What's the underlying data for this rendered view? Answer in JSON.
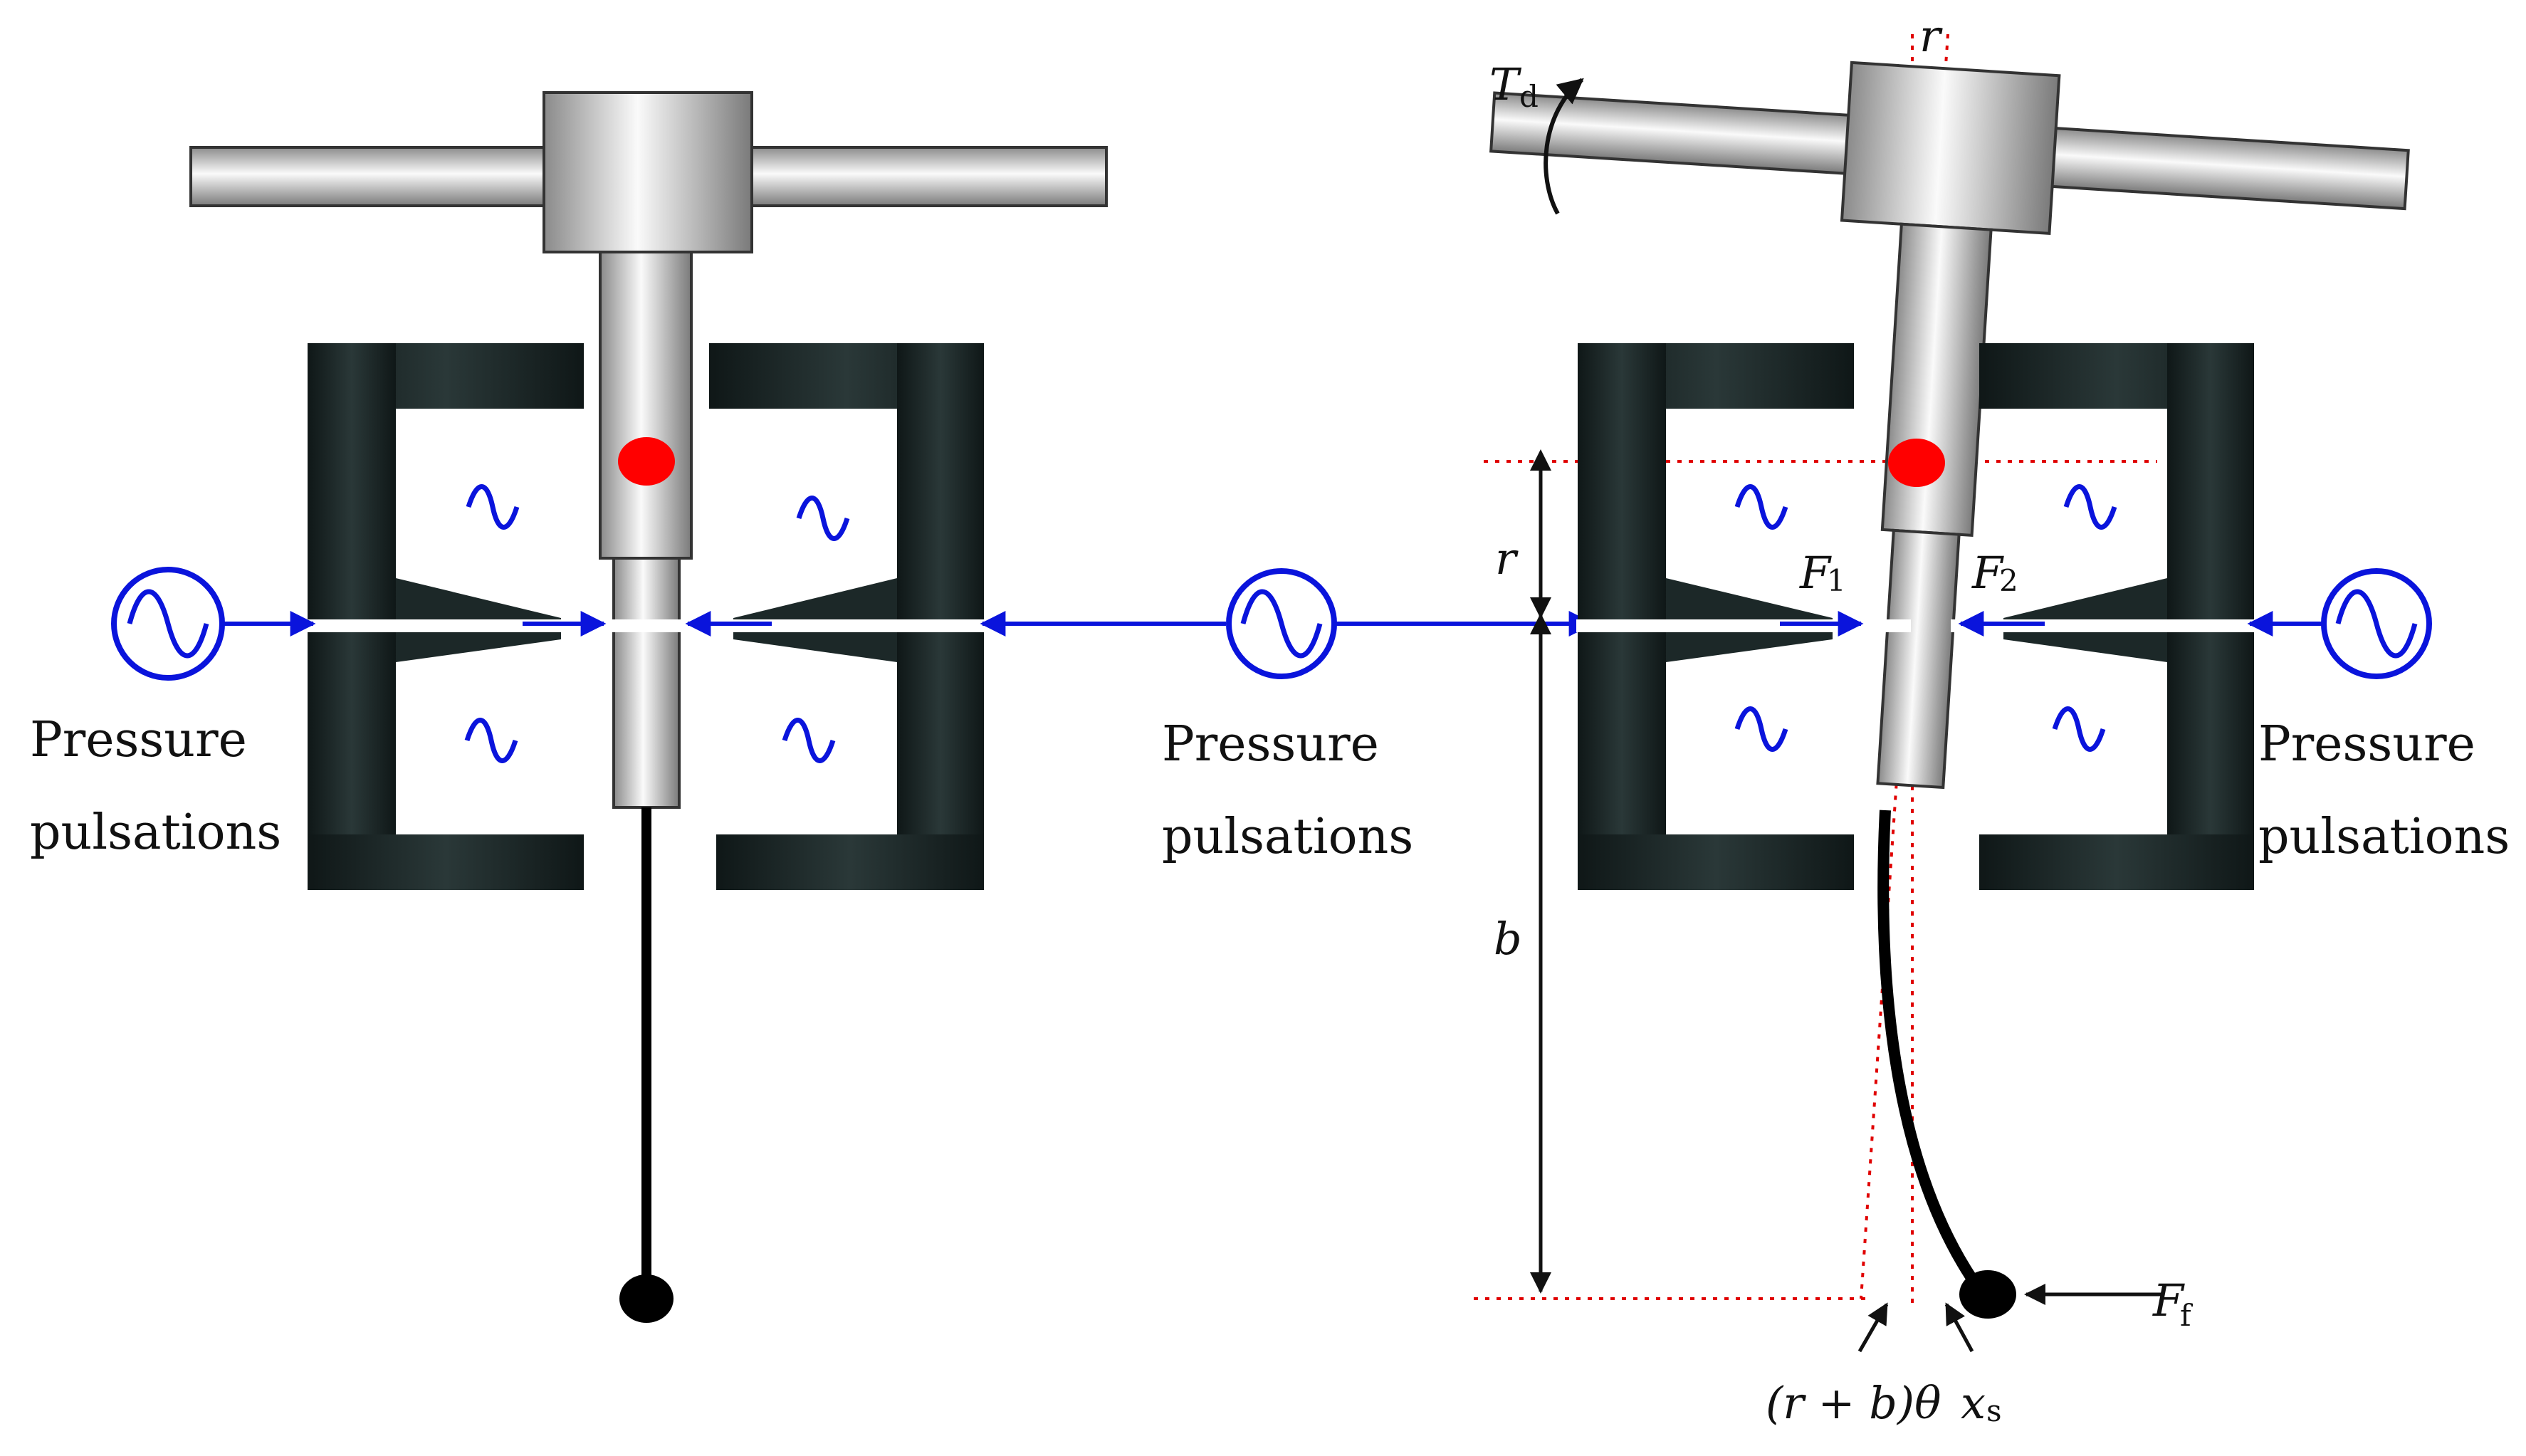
{
  "labels": {
    "pressure_left_1": "Pressure",
    "pressure_left_2": "pulsations",
    "pressure_mid_1": "Pressure",
    "pressure_mid_2": "pulsations",
    "pressure_right_1": "Pressure",
    "pressure_right_2": "pulsations"
  },
  "symbols": {
    "T": "T",
    "T_sub": "d",
    "r_top": "r",
    "r_dim": "r",
    "b_dim": "b",
    "F1": "F",
    "F1_sub": "1",
    "F2": "F",
    "F2_sub": "2",
    "Ff": "F",
    "Ff_sub": "f",
    "offset": "(r + b)θ",
    "xs": "x",
    "xs_sub": "s"
  },
  "colors": {
    "housing": "#1c2828",
    "flow": "#0a14dc",
    "pivot": "#ff0000",
    "guide": "#e00000",
    "stroke": "#222222"
  }
}
